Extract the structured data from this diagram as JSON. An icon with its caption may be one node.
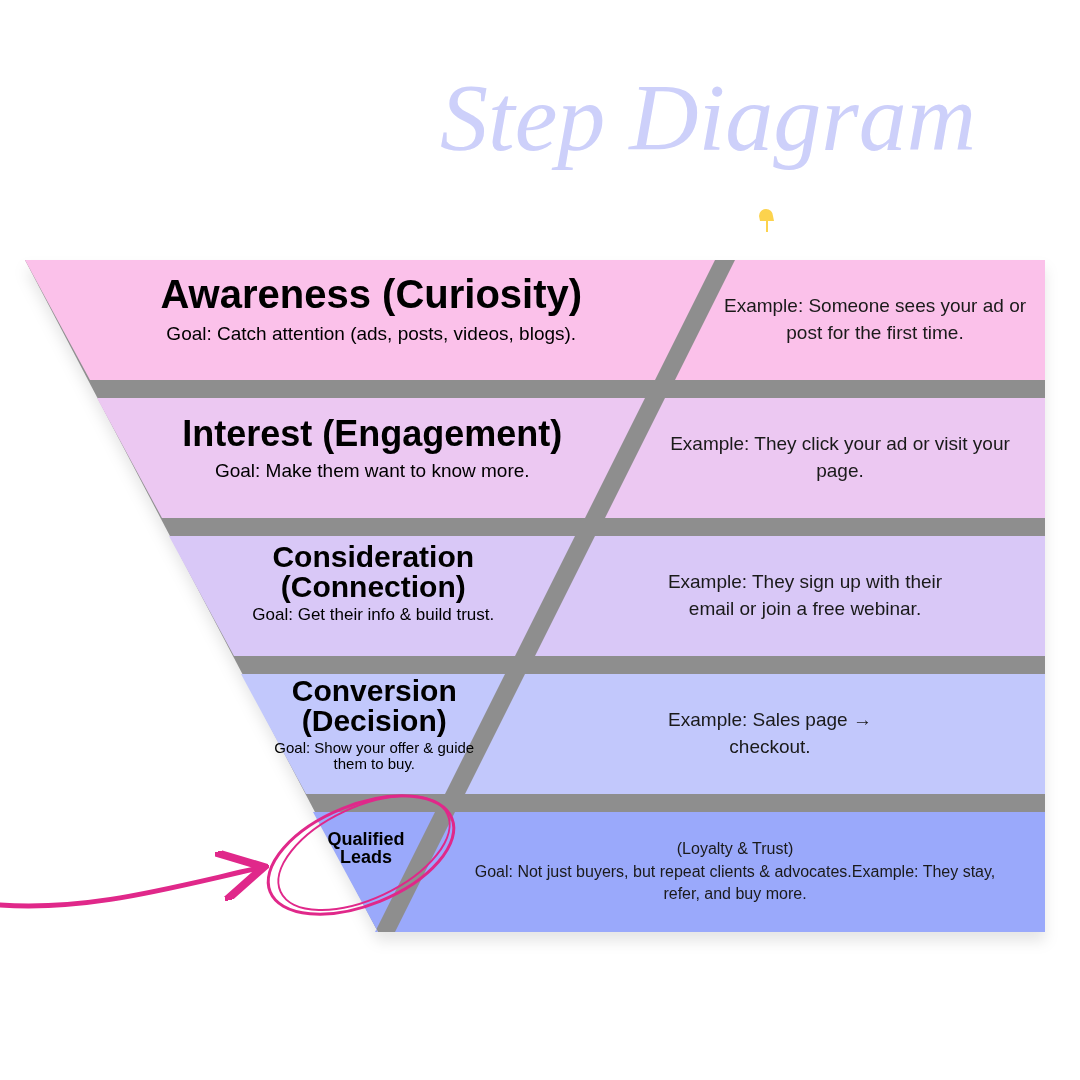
{
  "diagram": {
    "title": "Step Diagram",
    "nodes": [
      {
        "text": [
          "Awareness (Curiosity)",
          "Goal: Catch attention (ads, posts, videos, blogs)."
        ]
      },
      {
        "text": [
          "Example: Someone sees your ad or post for the first time."
        ]
      },
      {
        "text": [
          "Interest (Engagement)",
          "Goal: Make them want to know more."
        ]
      },
      {
        "text": [
          "Example: They click your ad or visit your page."
        ]
      },
      {
        "text": [
          "Consideration (Connection)",
          "Goal: Get their info & build trust."
        ]
      },
      {
        "text": [
          "Example: They sign up with their email or join a free webinar."
        ]
      },
      {
        "text": [
          "Conversion (Decision)",
          "Goal: Show your offer & guide them to buy."
        ]
      },
      {
        "text": [
          "Example: Sales page → checkout."
        ]
      },
      {
        "text": [
          "Qualified Leads"
        ]
      },
      {
        "text": [
          "(Loyalty & Trust)",
          "Goal: Not just buyers, but repeat clients & advocates.Example: They stay, refer, and buy more."
        ]
      },
      {
        "text": [],
        "shape": "circle"
      }
    ],
    "edges": [
      {
        "from": null,
        "to": 10,
        "arrow": "to"
      }
    ]
  }
}
